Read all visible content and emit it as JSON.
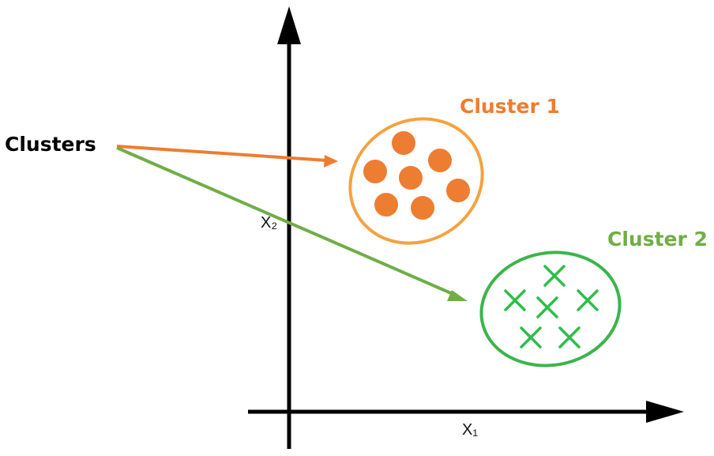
{
  "labels": {
    "clusters": "Clusters",
    "cluster1": "Cluster 1",
    "cluster2": "Cluster 2",
    "x_axis": "X₁",
    "y_axis": "X₂"
  },
  "colors": {
    "axis": "#000000",
    "cluster1_outline": "#F4A340",
    "cluster1_points": "#ED7D31",
    "cluster1_label": "#ED7D31",
    "cluster2_outline": "#3CB44B",
    "cluster2_points": "#2DBE4A",
    "cluster2_label": "#70AD47",
    "arrow_to_cluster1": "#ED7D31",
    "arrow_to_cluster2": "#70AD47"
  },
  "cluster1": {
    "marker": "filled-circle",
    "point_count": 7
  },
  "cluster2": {
    "marker": "cross",
    "point_count": 6
  }
}
